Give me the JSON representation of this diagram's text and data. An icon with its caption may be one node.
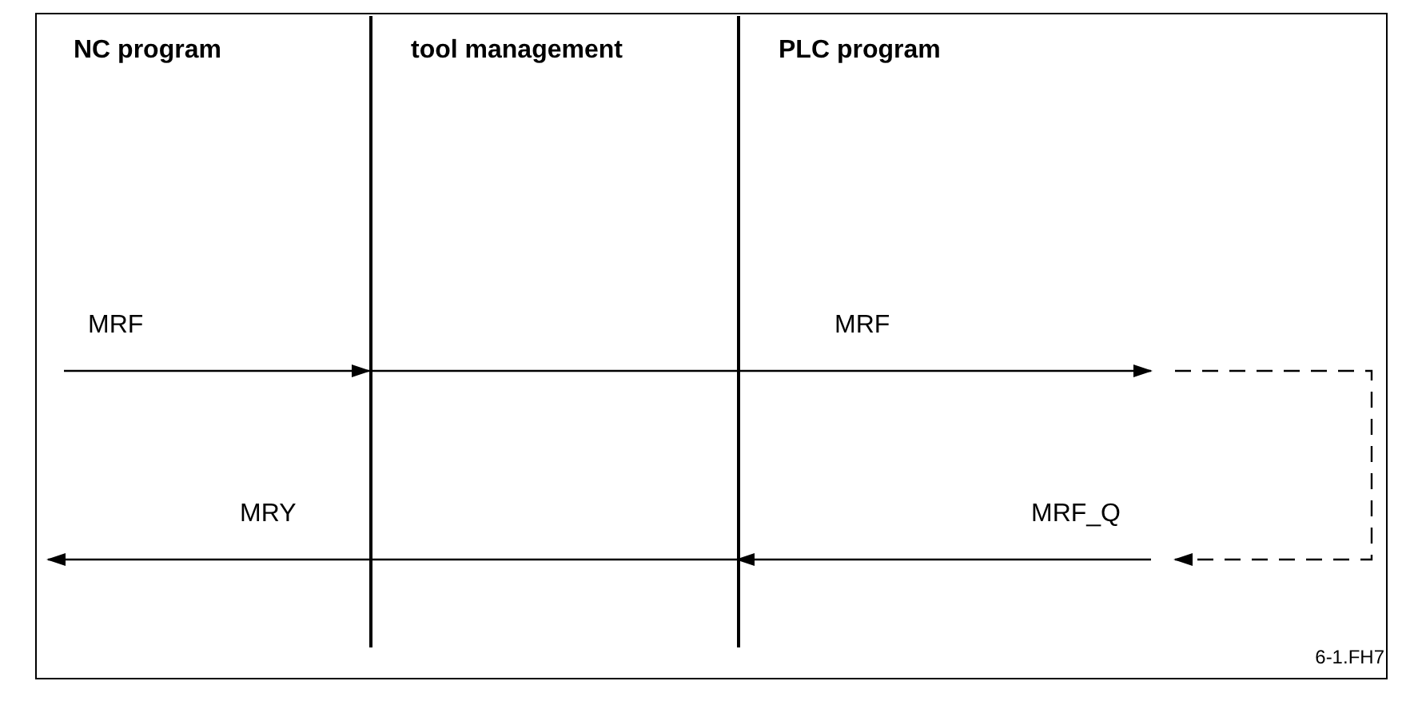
{
  "diagram": {
    "nodes": [
      {
        "text": [
          "NC program"
        ]
      },
      {
        "text": [
          "tool management"
        ]
      },
      {
        "text": [
          "PLC program"
        ]
      }
    ],
    "edges": [
      {
        "from": null,
        "to": 1,
        "label": "MRF",
        "arrow": "to"
      },
      {
        "from": 1,
        "to": 2,
        "label": "MRF",
        "arrow": "to"
      },
      {
        "from": null,
        "to": 2,
        "arrow": "to",
        "style": "dashed"
      },
      {
        "from": null,
        "to": 2,
        "label": "MRF_Q",
        "arrow": "to"
      },
      {
        "from": 1,
        "to": null,
        "label": "MRY",
        "arrow": "to"
      }
    ],
    "labels": [
      "6-1.FH7"
    ]
  }
}
